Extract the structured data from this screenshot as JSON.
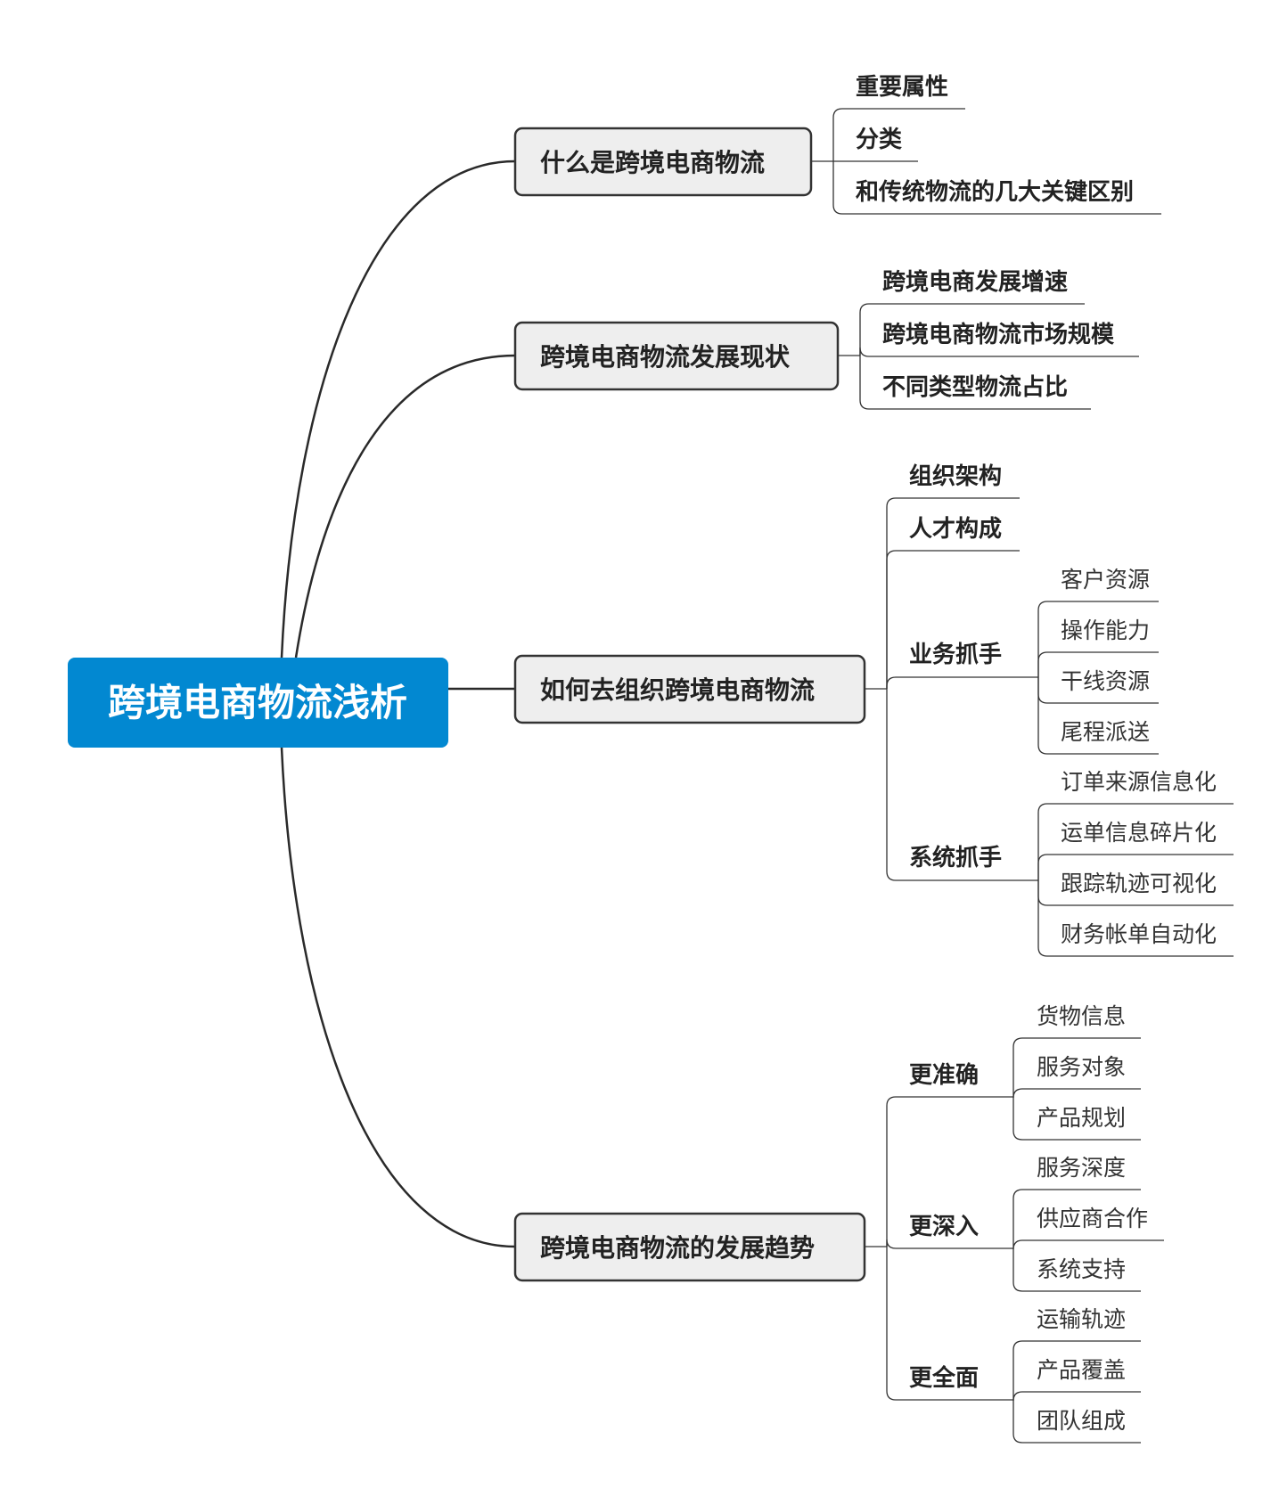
{
  "root": "跨境电商物流浅析",
  "branches": [
    {
      "label": "什么是跨境电商物流",
      "children": [
        {
          "label": "重要属性"
        },
        {
          "label": "分类"
        },
        {
          "label": "和传统物流的几大关键区别"
        }
      ]
    },
    {
      "label": "跨境电商物流发展现状",
      "children": [
        {
          "label": "跨境电商发展增速"
        },
        {
          "label": "跨境电商物流市场规模"
        },
        {
          "label": "不同类型物流占比"
        }
      ]
    },
    {
      "label": "如何去组织跨境电商物流",
      "children": [
        {
          "label": "组织架构"
        },
        {
          "label": "人才构成"
        },
        {
          "label": "业务抓手",
          "children": [
            "客户资源",
            "操作能力",
            "干线资源",
            "尾程派送"
          ]
        },
        {
          "label": "系统抓手",
          "children": [
            "订单来源信息化",
            "运单信息碎片化",
            "跟踪轨迹可视化",
            "财务帐单自动化"
          ]
        }
      ]
    },
    {
      "label": "跨境电商物流的发展趋势",
      "children": [
        {
          "label": "更准确",
          "children": [
            "货物信息",
            "服务对象",
            "产品规划"
          ]
        },
        {
          "label": "更深入",
          "children": [
            "服务深度",
            "供应商合作",
            "系统支持"
          ]
        },
        {
          "label": "更全面",
          "children": [
            "运输轨迹",
            "产品覆盖",
            "团队组成"
          ]
        }
      ]
    }
  ]
}
